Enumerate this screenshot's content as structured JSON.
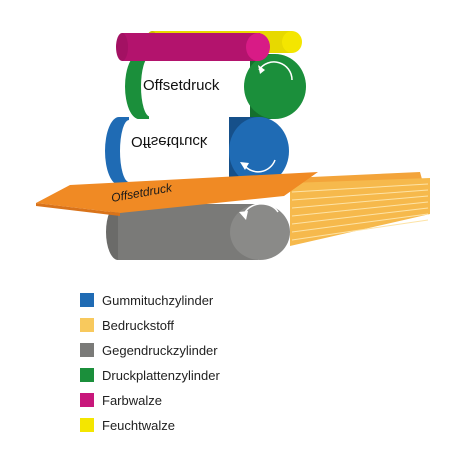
{
  "diagram": {
    "labels": {
      "plate": "Offsetdruck",
      "blanket": "Offsetdruck",
      "sheet": "Offsetdruck"
    }
  },
  "colors": {
    "gummituch": "#1f6bb4",
    "bedruckstoff": "#f8c95d",
    "gegendruck": "#7a7a78",
    "druckplatte": "#1b8f3b",
    "farbwalze": "#c8177b",
    "feuchtwalze": "#f4e600"
  },
  "legend": [
    {
      "label": "Gummituchzylinder",
      "color": "#1f6bb4"
    },
    {
      "label": "Bedruckstoff",
      "color": "#f8c95d"
    },
    {
      "label": "Gegendruckzylinder",
      "color": "#7a7a78"
    },
    {
      "label": "Druckplattenzylinder",
      "color": "#1b8f3b"
    },
    {
      "label": "Farbwalze",
      "color": "#c8177b"
    },
    {
      "label": "Feuchtwalze",
      "color": "#f4e600"
    }
  ]
}
